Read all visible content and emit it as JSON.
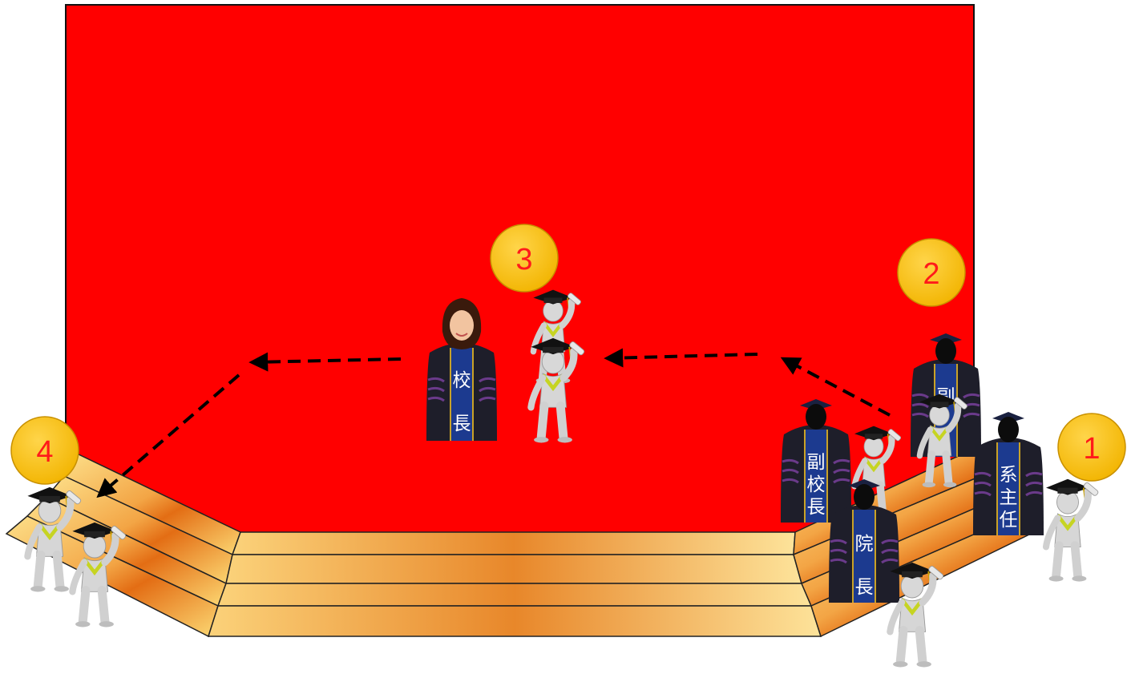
{
  "steps": [
    {
      "number": "1"
    },
    {
      "number": "2"
    },
    {
      "number": "3"
    },
    {
      "number": "4"
    }
  ],
  "officials": {
    "president": [
      "校",
      "長"
    ],
    "vice_president_center": [
      "副",
      "校",
      "長"
    ],
    "vice_president_back": [
      "副"
    ],
    "dean": [
      "院",
      "長"
    ],
    "department_chair": [
      "系",
      "主",
      "任"
    ]
  },
  "colors": {
    "backdrop": "#ff0000",
    "badge": "#ffc000",
    "badge_text": "#ff1a1a",
    "robe": "#1e1e2a",
    "robe_panel": "#1c3a8f",
    "stage_light": "#ffd76a",
    "stage_dark": "#e06a10"
  }
}
